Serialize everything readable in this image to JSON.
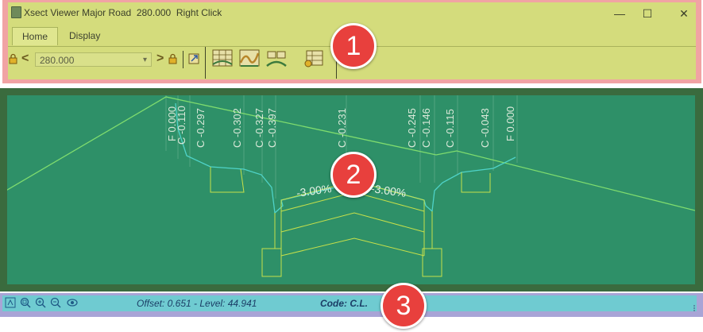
{
  "window": {
    "title": "Xsect Viewer Major Road  280.000  Right Click",
    "minimize_glyph": "—",
    "maximize_glyph": "☐",
    "close_glyph": "✕"
  },
  "tabs": [
    {
      "label": "Home",
      "active": true
    },
    {
      "label": "Display",
      "active": false
    }
  ],
  "toolbar": {
    "station_value": "280.000",
    "prev_glyph": "<",
    "next_glyph": ">",
    "dropdown_glyph": "▾"
  },
  "viewer": {
    "labels": [
      "F 0.000",
      "C -0.110",
      "C -0.297",
      "C -0.302",
      "C -0.327",
      "C -0.397",
      "C -0.231",
      "C -0.245",
      "C -0.146",
      "C -0.115",
      "C -0.043",
      "F 0.000"
    ],
    "slope_left": "-3.00%",
    "slope_right": "-3.00%",
    "colors": {
      "background": "#2e9068",
      "ground": "#7fdc6e",
      "design": "#4fd3c8",
      "structure": "#c7e04a"
    }
  },
  "status": {
    "offset_level": "Offset: 0.651 - Level: 44.941",
    "code": "Code: C.L."
  },
  "markers": [
    "1",
    "2",
    "3"
  ]
}
